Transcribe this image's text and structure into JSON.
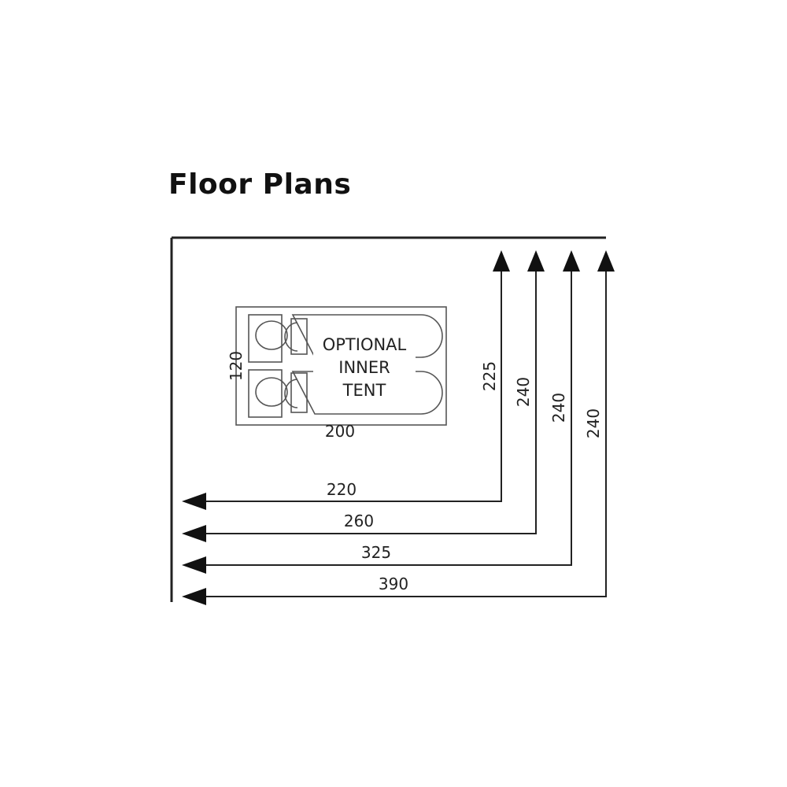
{
  "title": "Floor Plans",
  "inner_tent": {
    "label_lines": [
      "OPTIONAL",
      "INNER",
      "TENT"
    ],
    "width": "200",
    "depth": "120"
  },
  "depths": [
    "225",
    "240",
    "240",
    "240"
  ],
  "widths": [
    "220",
    "260",
    "325",
    "390"
  ],
  "colors": {
    "line": "#222222",
    "inner_line": "#555555"
  }
}
